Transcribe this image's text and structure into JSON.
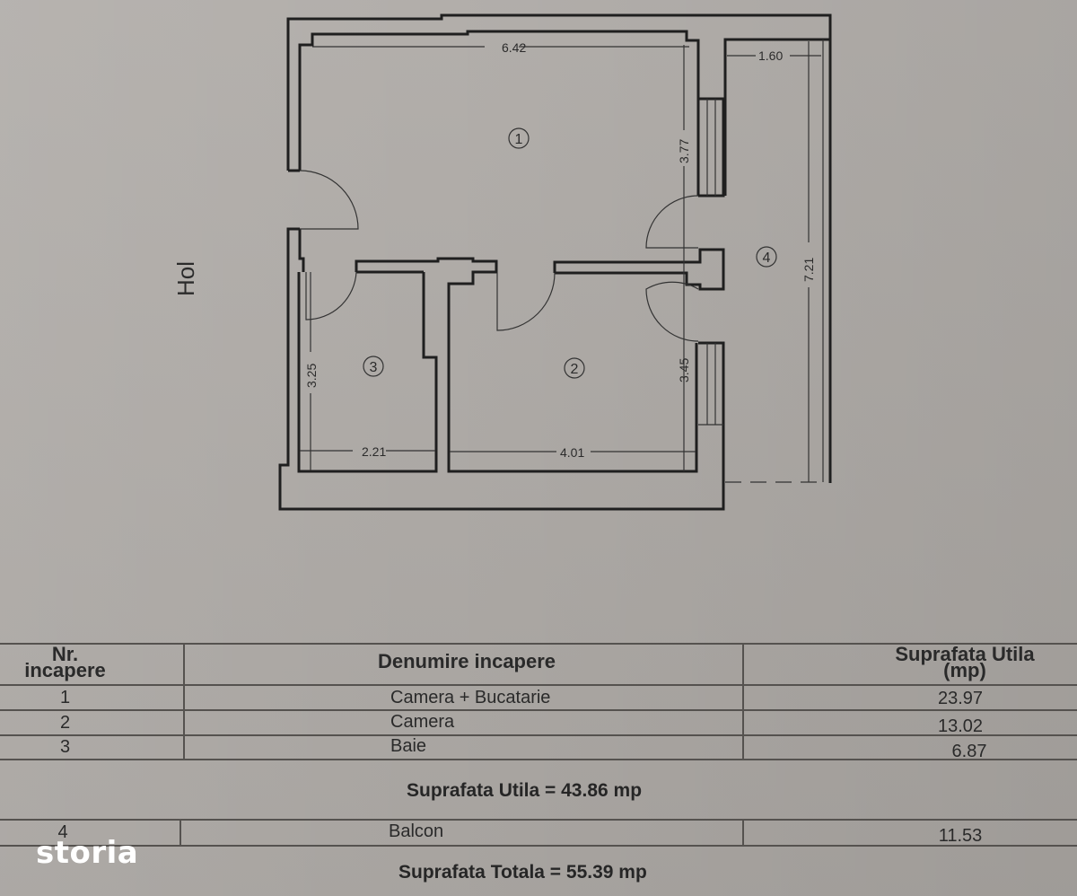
{
  "floor_plan": {
    "corridor_label": "Hol",
    "rooms": [
      {
        "number": "1",
        "label": "①"
      },
      {
        "number": "2",
        "label": "②"
      },
      {
        "number": "3",
        "label": "③"
      },
      {
        "number": "4",
        "label": "④"
      }
    ],
    "dimensions": {
      "room1_width": "6.42",
      "room1_depth": "3.77",
      "room2_width": "4.01",
      "room2_depth": "3.45",
      "room3_width": "2.21",
      "room3_depth": "3.25",
      "balcony_width": "1.60",
      "balcony_length": "7.21"
    }
  },
  "table": {
    "headers": {
      "nr_line1": "Nr.",
      "nr_line2": "incapere",
      "name": "Denumire incapere",
      "area_line1": "Suprafata Utila",
      "area_line2": "(mp)"
    },
    "rows": [
      {
        "nr": "1",
        "name": "Camera + Bucatarie",
        "area": "23.97"
      },
      {
        "nr": "2",
        "name": "Camera",
        "area": "13.02"
      },
      {
        "nr": "3",
        "name": "Baie",
        "area": "6.87"
      }
    ],
    "subtotal": "Suprafata Utila = 43.86 mp",
    "balcony_row": {
      "nr": "4",
      "name": "Balcon",
      "area": "11.53"
    },
    "total": "Suprafata Totala = 55.39 mp"
  },
  "watermark": "storia"
}
